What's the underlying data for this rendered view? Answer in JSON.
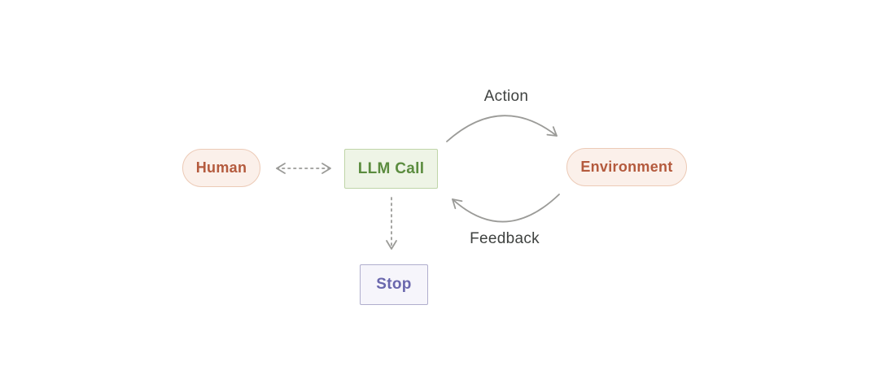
{
  "nodes": {
    "human": {
      "label": "Human",
      "shape": "pill"
    },
    "llm_call": {
      "label": "LLM Call",
      "shape": "rectangle"
    },
    "environment": {
      "label": "Environment",
      "shape": "pill"
    },
    "stop": {
      "label": "Stop",
      "shape": "rectangle"
    }
  },
  "edges": [
    {
      "from": "human",
      "to": "llm_call",
      "style": "dashed",
      "direction": "bidirectional",
      "label": ""
    },
    {
      "from": "llm_call",
      "to": "environment",
      "style": "solid-curved",
      "direction": "forward",
      "label": "Action"
    },
    {
      "from": "environment",
      "to": "llm_call",
      "style": "solid-curved",
      "direction": "forward",
      "label": "Feedback"
    },
    {
      "from": "llm_call",
      "to": "stop",
      "style": "dashed",
      "direction": "forward",
      "label": ""
    }
  ],
  "edge_labels": {
    "action": "Action",
    "feedback": "Feedback"
  },
  "colors": {
    "background": "#ffffff",
    "warm_fill": "#fbf0ea",
    "warm_border": "#eccab6",
    "warm_text": "#b45a3d",
    "green_fill": "#eef4e6",
    "green_border": "#bfd5a8",
    "green_text": "#5b8c3f",
    "purple_fill": "#f6f5fb",
    "purple_border": "#b0aecd",
    "purple_text": "#6a67ad",
    "arrow_gray": "#9b9b98",
    "label_text": "#3f4240"
  }
}
